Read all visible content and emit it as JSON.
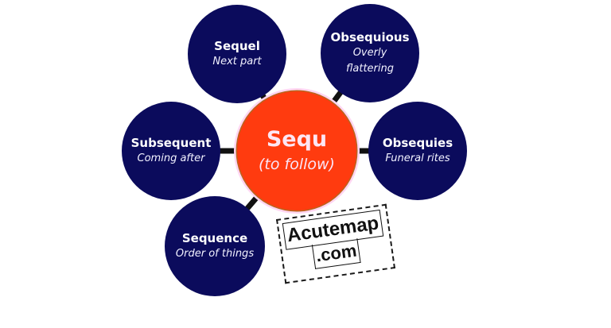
{
  "center": {
    "root": "Sequ",
    "meaning": "(to follow)",
    "color": "#ff3b0f"
  },
  "nodes": [
    {
      "term": "Sequel",
      "definition": "Next part"
    },
    {
      "term": "Obsequious",
      "definition": "Overly flattering"
    },
    {
      "term": "Subsequent",
      "definition": "Coming after"
    },
    {
      "term": "Obsequies",
      "definition": "Funeral rites"
    },
    {
      "term": "Sequence",
      "definition": "Order of things"
    }
  ],
  "node_color": "#0b0b5c",
  "watermark": {
    "line1": "Acutemap",
    "line2": ".com"
  }
}
